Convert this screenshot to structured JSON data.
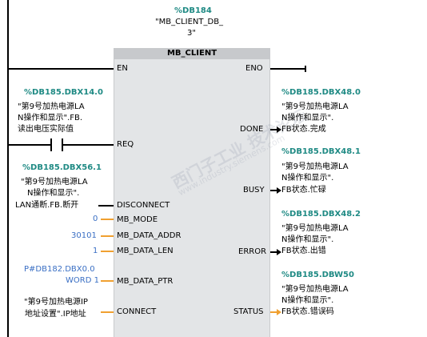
{
  "instance": {
    "db": "%DB184",
    "name_line1": "\"MB_CLIENT_DB_",
    "name_line2": "3\""
  },
  "block": {
    "title": "MB_CLIENT",
    "inputs": [
      "EN",
      "REQ",
      "DISCONNECT",
      "MB_MODE",
      "MB_DATA_ADDR",
      "MB_DATA_LEN",
      "MB_DATA_PTR",
      "CONNECT"
    ],
    "outputs": [
      "ENO",
      "DONE",
      "BUSY",
      "ERROR",
      "STATUS"
    ]
  },
  "req": {
    "addr": "%DB185.DBX14.0",
    "line1": "\"第9号加热电源LA",
    "line2": "N操作和显示\".FB.",
    "line3": "读出电压实际值"
  },
  "disconnect": {
    "addr": "%DB185.DBX56.1",
    "line1": "\"第9号加热电源LA",
    "line2": "N操作和显示\".",
    "line3": "LAN通断.FB.断开"
  },
  "mb_mode": {
    "value": "0"
  },
  "mb_data_addr": {
    "value": "30101"
  },
  "mb_data_len": {
    "value": "1"
  },
  "mb_data_ptr": {
    "line1": "P#DB182.DBX0.0",
    "line2": "WORD 1"
  },
  "connect": {
    "line1": "\"第9号加热电源IP",
    "line2": "地址设置\".IP地址"
  },
  "done": {
    "addr": "%DB185.DBX48.0",
    "line1": "\"第9号加热电源LA",
    "line2": "N操作和显示\".",
    "line3": "FB状态.完成"
  },
  "busy": {
    "addr": "%DB185.DBX48.1",
    "line1": "\"第9号加热电源LA",
    "line2": "N操作和显示\".",
    "line3": "FB状态.忙碌"
  },
  "error": {
    "addr": "%DB185.DBX48.2",
    "line1": "\"第9号加热电源LA",
    "line2": "N操作和显示\".",
    "line3": "FB状态.出错"
  },
  "status": {
    "addr": "%DB185.DBW50",
    "line1": "\"第9号加热电源LA",
    "line2": "N操作和显示\".",
    "line3": "FB状态.错误码"
  },
  "watermark": {
    "line1": "西门子工业 技术论坛",
    "line2": "www.industry.siemens.com"
  }
}
